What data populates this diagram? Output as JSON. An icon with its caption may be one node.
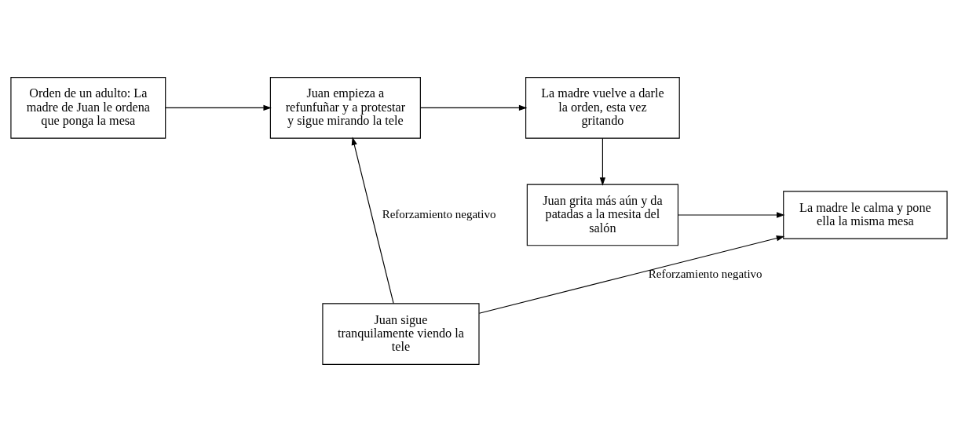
{
  "diagram": {
    "nodes": [
      {
        "text": [
          "Orden de un adulto: La madre de Juan le ordena que ponga la mesa"
        ]
      },
      {
        "text": [
          "Juan empieza a refunfuñar y a protestar y sigue mirando la tele"
        ]
      },
      {
        "text": [
          "La madre vuelve a darle la orden, esta vez gritando"
        ]
      },
      {
        "text": [
          "La madre le calma y pone ella la misma mesa"
        ]
      },
      {
        "text": [
          "Juan grita más aún y da patadas a la mesita del salón"
        ]
      },
      {
        "text": [
          "Juan sigue tranquilamente viendo la tele"
        ]
      }
    ],
    "edges": [
      {
        "from": 0,
        "to": 1,
        "arrow": "to"
      },
      {
        "from": 1,
        "to": 2,
        "arrow": "to"
      },
      {
        "from": 2,
        "to": 4,
        "arrow": "to"
      },
      {
        "from": 4,
        "to": 3,
        "arrow": "to"
      },
      {
        "from": 5,
        "to": 1,
        "arrow": "to",
        "label": "Reforzamiento negativo"
      },
      {
        "from": 5,
        "to": 3,
        "arrow": "to",
        "label": "Reforzamiento negativo"
      }
    ]
  }
}
